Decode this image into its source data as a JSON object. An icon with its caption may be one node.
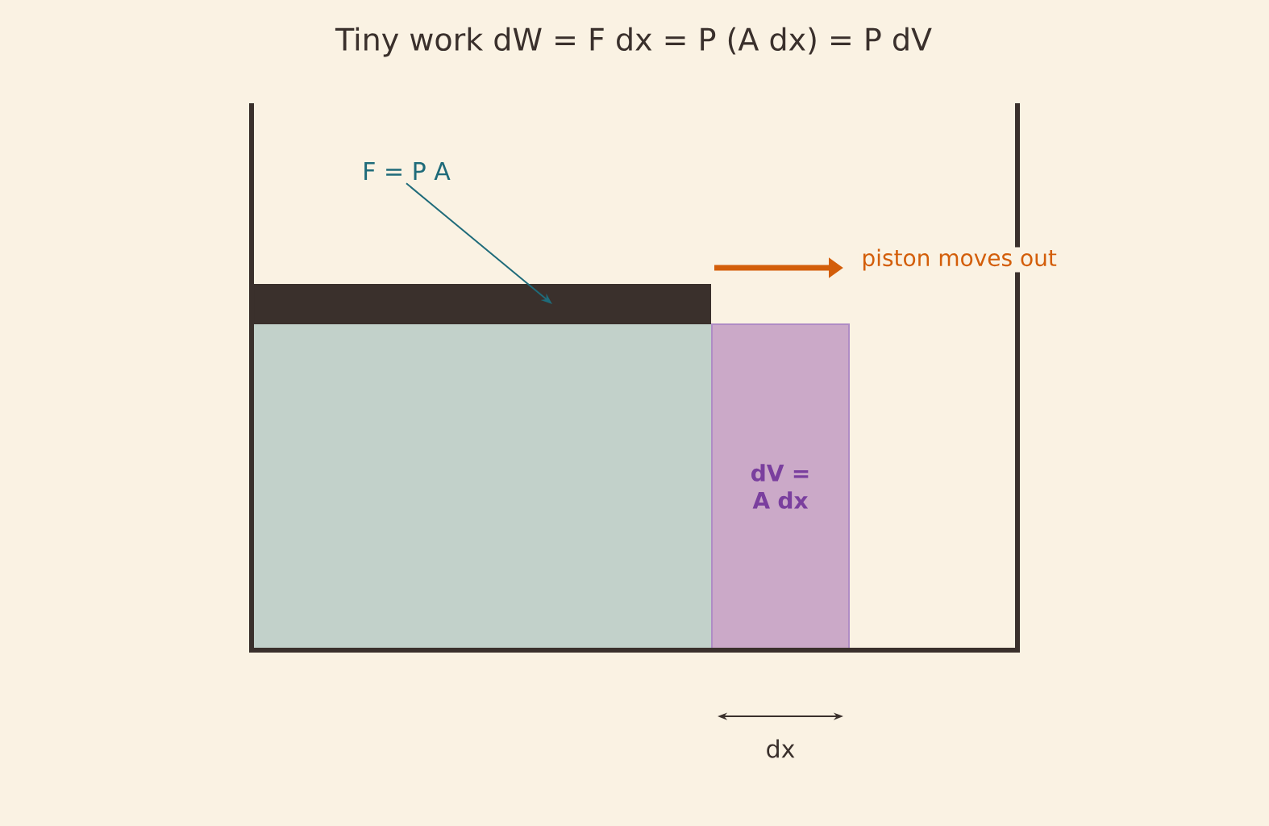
{
  "diagram": {
    "title": "Tiny work dW = F dx = P (A dx) = P dV",
    "nodes": [
      {
        "text": [
          "F = P A"
        ]
      },
      {
        "text": [],
        "shape": "bar"
      },
      {
        "text": [],
        "shape": "box"
      },
      {
        "text": [
          "dV = A dx"
        ]
      }
    ],
    "edges": [
      {
        "from": 0,
        "to": 1,
        "arrow": "to"
      }
    ],
    "labels": [
      "piston moves out",
      "dx"
    ]
  }
}
